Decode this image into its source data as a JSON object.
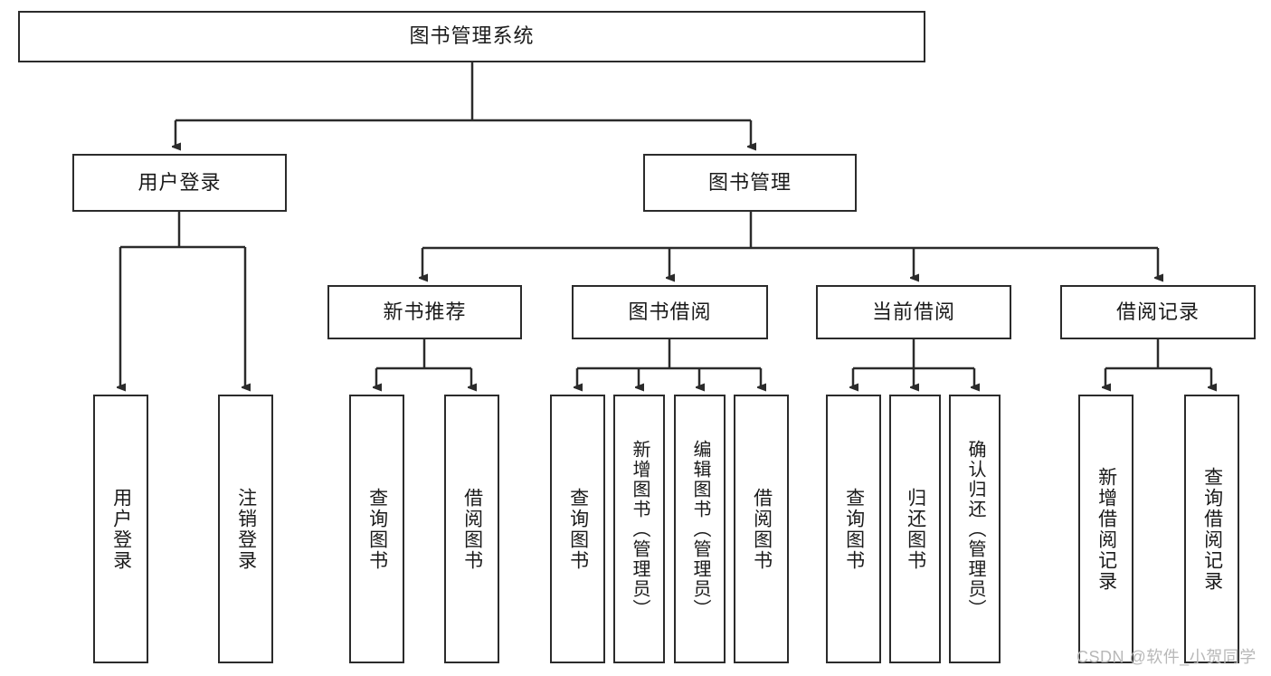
{
  "diagram": {
    "title_node": {
      "label": "图书管理系统"
    },
    "level2": [
      {
        "label": "用户登录"
      },
      {
        "label": "图书管理"
      }
    ],
    "level3": [
      {
        "label": "新书推荐"
      },
      {
        "label": "图书借阅"
      },
      {
        "label": "当前借阅"
      },
      {
        "label": "借阅记录"
      }
    ],
    "leaves": {
      "user_login": [
        {
          "label": "用户登录"
        },
        {
          "label": "注销登录"
        }
      ],
      "new_book_recommend": [
        {
          "label": "查询图书"
        },
        {
          "label": "借阅图书"
        }
      ],
      "book_borrow": [
        {
          "label": "查询图书"
        },
        {
          "label": "新增图书（管理员）"
        },
        {
          "label": "编辑图书（管理员）"
        },
        {
          "label": "借阅图书"
        }
      ],
      "current_borrow": [
        {
          "label": "查询图书"
        },
        {
          "label": "归还图书"
        },
        {
          "label": "确认归还（管理员）"
        }
      ],
      "borrow_record": [
        {
          "label": "新增借阅记录"
        },
        {
          "label": "查询借阅记录"
        }
      ]
    }
  },
  "watermark": {
    "text": "CSDN @软件_小贺同学"
  },
  "colors": {
    "stroke": "#2b2b2b",
    "fill": "#ffffff",
    "text": "#1a1a1a",
    "watermark": "#b8b8b8"
  }
}
